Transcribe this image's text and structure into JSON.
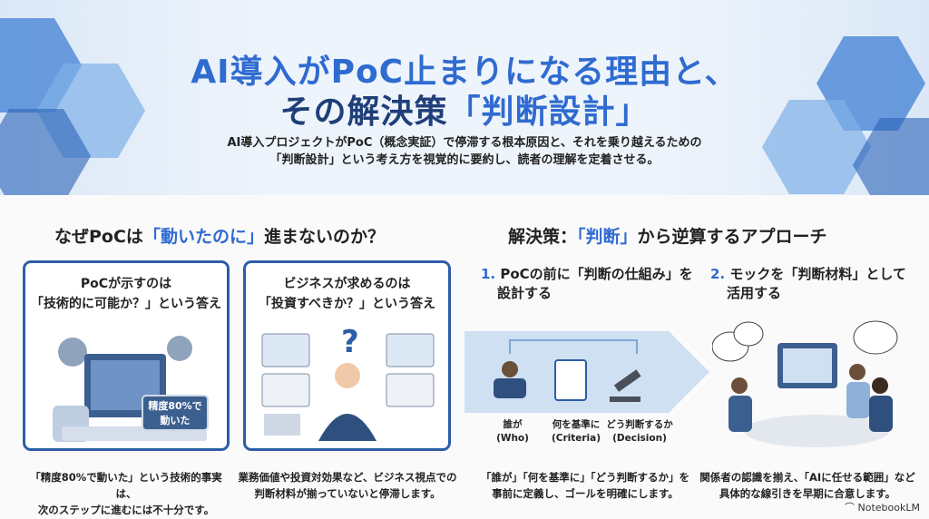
{
  "header": {
    "title_line1": "AI導入がPoC止まりになる理由と、",
    "title_line2_a": "その解決策",
    "title_line2_b": "「判断設計」",
    "subtitle_line1": "AI導入プロジェクトがPoC（概念実証）で停滞する根本原因と、それを乗り越えるための",
    "subtitle_line2": "「判断設計」という考え方を視覚的に要約し、読者の理解を定着させる。"
  },
  "left": {
    "heading_a": "なぜPoCは",
    "heading_b": "「動いたのに」",
    "heading_c": "進まないのか？",
    "card1": {
      "line1": "PoCが示すのは",
      "line2": "「技術的に可能か？」という答え",
      "badge_line1": "精度80%で",
      "badge_line2": "動いた",
      "caption_line1": "「精度80%で動いた」という技術的事実は、",
      "caption_line2": "次のステップに進むには不十分です。"
    },
    "card2": {
      "line1": "ビジネスが求めるのは",
      "line2": "「投資すべきか？」という答え",
      "caption_line1": "業務価値や投資対効果など、ビジネス視点での",
      "caption_line2": "判断材料が揃っていないと停滞します。"
    }
  },
  "right": {
    "heading_a": "解決策：",
    "heading_b": "「判断」",
    "heading_c": "から逆算するアプローチ",
    "step1": {
      "num": "1.",
      "line1": "PoCの前に「判断の仕組み」を",
      "line2": "設計する",
      "labels": [
        {
          "ja": "誰が",
          "en": "(Who)"
        },
        {
          "ja": "何を基準に",
          "en": "(Criteria)"
        },
        {
          "ja": "どう判断するか",
          "en": "(Decision)"
        }
      ],
      "caption_line1": "「誰が」「何を基準に」「どう判断するか」を",
      "caption_line2": "事前に定義し、ゴールを明確にします。"
    },
    "step2": {
      "num": "2.",
      "line1": "モックを「判断材料」として",
      "line2": "活用する",
      "caption_line1": "関係者の認識を揃え、「AIに任せる範囲」など",
      "caption_line2": "具体的な線引きを早期に合意します。"
    }
  },
  "footer": {
    "brand": "NotebookLM"
  },
  "colors": {
    "accent": "#2f6bd0",
    "border": "#2c5da8",
    "title": "#1f3f7a"
  }
}
